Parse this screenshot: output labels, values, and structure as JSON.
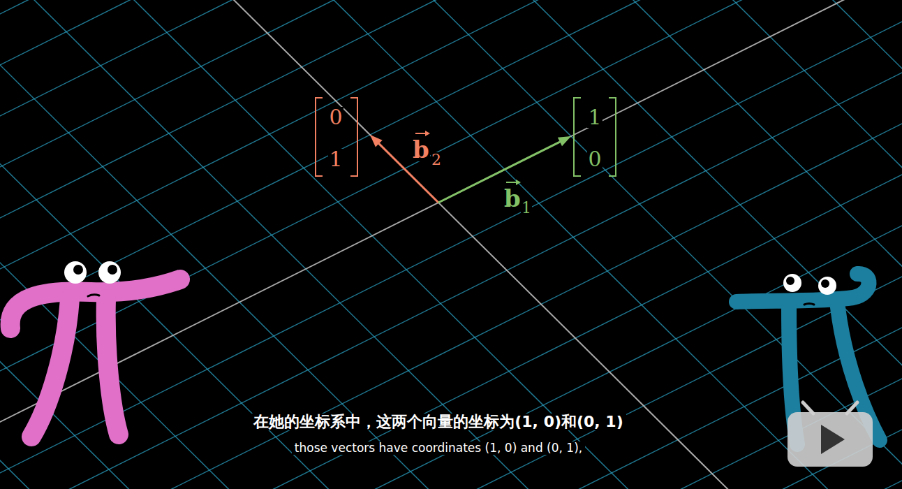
{
  "diagram": {
    "labels": [
      "0",
      "1",
      "1",
      "0",
      "b",
      "2",
      "b",
      "1",
      "在她的坐标系中，这两个向量的坐标为(1, 0)和(0, 1)",
      "those vectors have coordinates (1, 0) and (0, 1),"
    ]
  }
}
